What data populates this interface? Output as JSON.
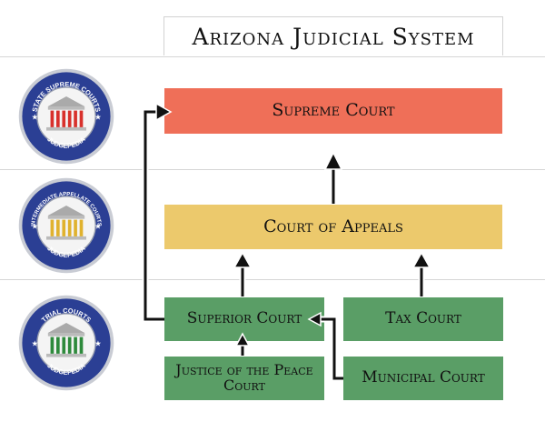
{
  "title": "Arizona Judicial System",
  "courts": {
    "supreme": "Supreme Court",
    "appeals": "Court of Appeals",
    "superior": "Superior Court",
    "tax": "Tax Court",
    "justice": "Justice of the Peace Court",
    "municipal": "Municipal Court"
  },
  "seals": [
    {
      "ring_text": "STATE SUPREME COURTS",
      "bottom_text": "JUDGEPEDIA",
      "column_color": "#d8312c"
    },
    {
      "ring_text": "INTERMEDIATE APPELLATE COURTS",
      "bottom_text": "JUDGEPEDIA",
      "column_color": "#e0b22e"
    },
    {
      "ring_text": "TRIAL COURTS",
      "bottom_text": "JUDGEPEDIA",
      "column_color": "#2e8a3c"
    }
  ],
  "colors": {
    "supreme": "#ef6f58",
    "appeals": "#ecc96c",
    "trial": "#5a9e66",
    "seal_ring": "#2b3f94"
  }
}
